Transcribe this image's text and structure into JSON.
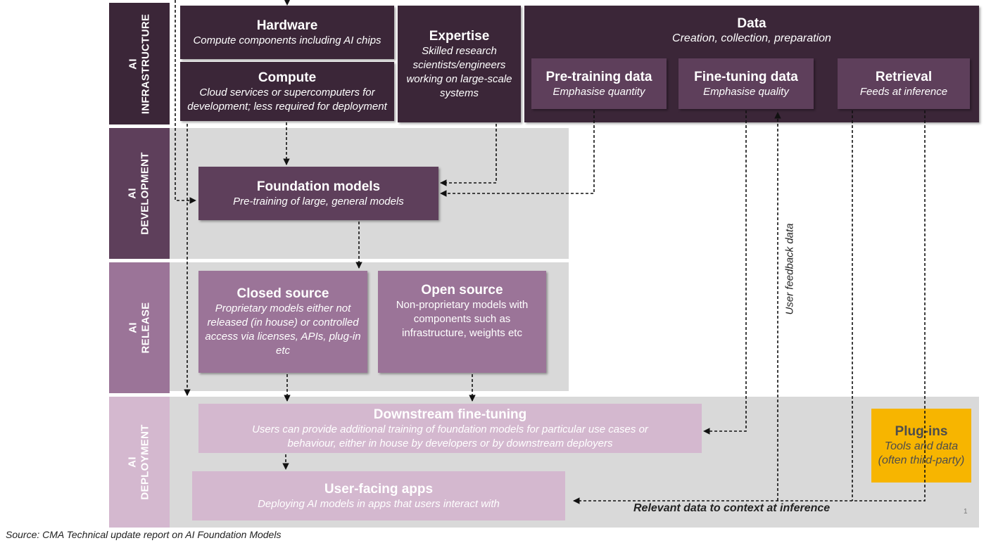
{
  "layers": {
    "infrastructure": "AI\nINFRASTRUCTURE",
    "development": "AI\nDEVELOPMENT",
    "release": "AI\nRELEASE",
    "deployment": "AI\nDEPLOYMENT"
  },
  "hardware": {
    "title": "Hardware",
    "desc": "Compute components including AI chips"
  },
  "compute": {
    "title": "Compute",
    "desc": "Cloud services or supercomputers for development; less required for deployment"
  },
  "expertise": {
    "title": "Expertise",
    "desc": "Skilled research scientists/engineers working on large-scale systems"
  },
  "data": {
    "title": "Data",
    "desc": "Creation, collection, preparation"
  },
  "pretraining_data": {
    "title": "Pre-training data",
    "desc": "Emphasise quantity"
  },
  "finetuning_data": {
    "title": "Fine-tuning data",
    "desc": "Emphasise quality"
  },
  "retrieval": {
    "title": "Retrieval",
    "desc": "Feeds at inference"
  },
  "foundation_models": {
    "title": "Foundation models",
    "desc": "Pre-training of large, general models"
  },
  "closed_source": {
    "title": "Closed source",
    "desc": "Proprietary models either not released (in house) or controlled\naccess via licenses, APIs, plug-in etc"
  },
  "open_source": {
    "title": "Open source",
    "desc": "Non-proprietary models with components such as infrastructure, weights etc"
  },
  "downstream_finetuning": {
    "title": "Downstream fine-tuning",
    "desc": "Users can provide additional training of foundation models for particular use cases or behaviour, either in house by developers or by downstream deployers"
  },
  "user_facing_apps": {
    "title": "User-facing apps",
    "desc": "Deploying AI models in apps that users interact with"
  },
  "plugins": {
    "title": "Plug-ins",
    "desc": "Tools and data (often third-party)"
  },
  "labels": {
    "user_feedback": "User feedback data",
    "relevant_data": "Relevant data to context at inference"
  },
  "source": "Source: CMA Technical update report on AI Foundation Models",
  "page_number": "1",
  "colors": {
    "infrastructure": "#3b2638",
    "development": "#5e3f5b",
    "release": "#9b7498",
    "deployment": "#d4b8cf",
    "plugins": "#f7b500",
    "band": "#d9d9d9"
  }
}
